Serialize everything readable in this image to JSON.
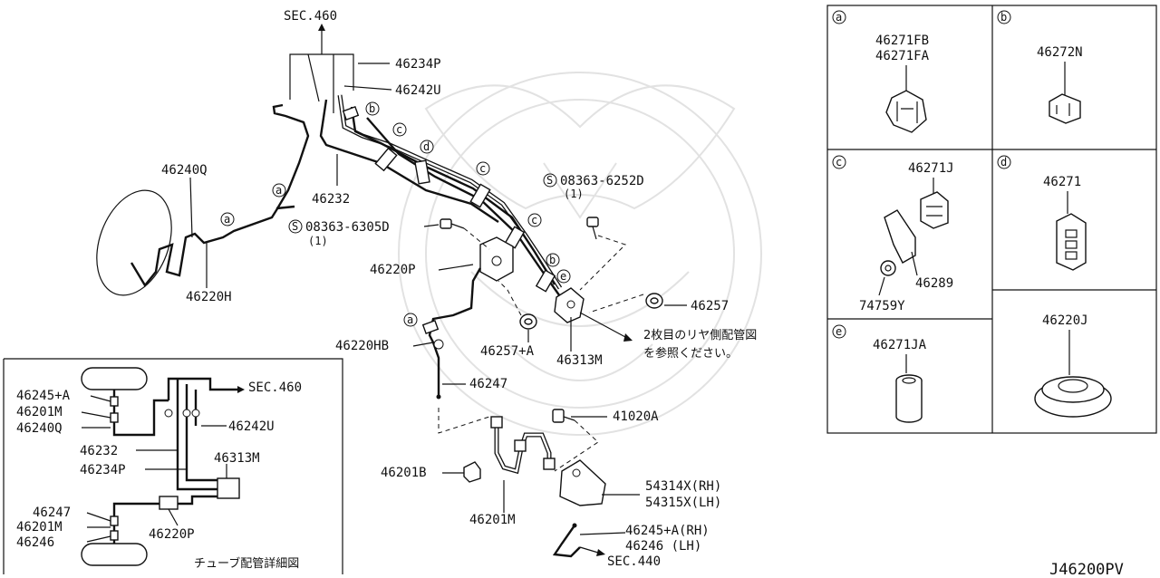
{
  "drawing_id": "J46200PV",
  "labels": {
    "sec460_top": "SEC.460",
    "p46234P": "46234P",
    "p46242U": "46242U",
    "p46232": "46232",
    "p46240Q": "46240Q",
    "p46220H": "46220H",
    "bolt_6305D": "08363-6305D",
    "bolt_6305D_qty": "(1)",
    "bolt_6252D": "08363-6252D",
    "bolt_6252D_qty": "(1)",
    "p46220P": "46220P",
    "p46220HB": "46220HB",
    "p46257A": "46257+A",
    "p46313M": "46313M",
    "p46257": "46257",
    "rear_note_1": "2枚目のリヤ側配管図",
    "rear_note_2": "を参照ください。",
    "p46247": "46247",
    "p41020A": "41020A",
    "p46201B": "46201B",
    "p54314X": "54314X(RH)",
    "p54315X": "54315X(LH)",
    "p46201M": "46201M",
    "p46245A_rh": "46245+A(RH)",
    "p46246_lh": "46246   (LH)",
    "sec440": "SEC.440"
  },
  "callouts": {
    "a": "a",
    "b": "b",
    "c": "c",
    "d": "d",
    "e": "e"
  },
  "inset": {
    "caption": "チューブ配管詳細図",
    "sec460": "SEC.460",
    "labels": [
      "46245+A",
      "46201M",
      "46240Q",
      "46232",
      "46234P",
      "46242U",
      "46313M",
      "46247",
      "46201M",
      "46246",
      "46220P"
    ]
  },
  "legend": {
    "a": {
      "letter": "a",
      "parts": [
        "46271FB",
        "46271FA"
      ]
    },
    "b": {
      "letter": "b",
      "parts": [
        "46272N"
      ]
    },
    "c": {
      "letter": "c",
      "parts": [
        "46271J",
        "46289",
        "74759Y"
      ]
    },
    "d": {
      "letter": "d",
      "parts": [
        "46271"
      ]
    },
    "e": {
      "letter": "e",
      "parts": [
        "46271JA"
      ]
    },
    "f": {
      "parts": [
        "46220J"
      ]
    }
  }
}
